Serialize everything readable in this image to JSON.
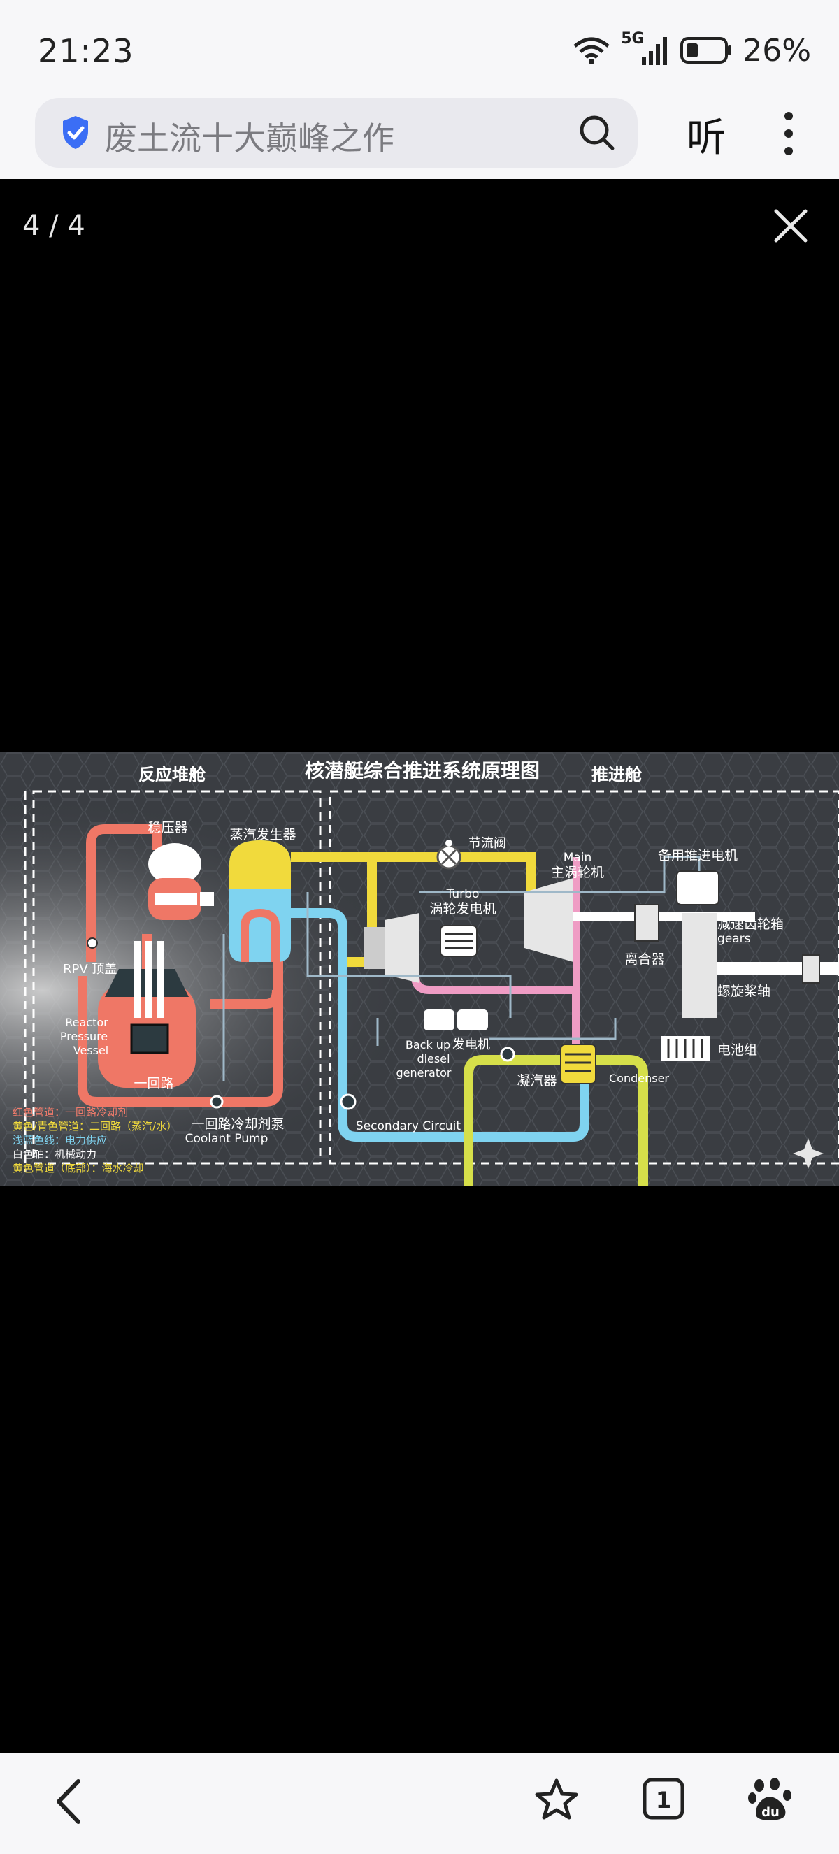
{
  "status": {
    "time": "21:23",
    "network": "5G",
    "battery": "26%"
  },
  "browser": {
    "search_text": "废土流十大巅峰之作",
    "listen_label": "听"
  },
  "viewer": {
    "counter": "4 / 4"
  },
  "diagram": {
    "title": "核潜艇综合推进系统原理图",
    "section_reactor": "反应堆舱",
    "section_propulsion": "推进舱",
    "pressurizer": "稳压器",
    "steam_generator": "蒸汽发生器",
    "throttle_valve": "节流阀",
    "main_turbine_en": "Main",
    "main_turbine_cn": "主涡轮机",
    "backup_motor": "备用推进电机",
    "turbo_en": "Turbo",
    "turbo_cn": "涡轮发电机",
    "gearbox_cn": "减速齿轮箱",
    "gearbox_en": "gears",
    "clutch": "离合器",
    "rpv_head": "RPV 顶盖",
    "shaft": "螺旋桨轴",
    "reactor_en1": "Reactor",
    "reactor_en2": "Pressure",
    "reactor_en3": "Vessel",
    "backup_en1": "Back up",
    "backup_cn": "发电机",
    "backup_en2": "diesel",
    "backup_en3": "generator",
    "battery_bank": "电池组",
    "primary_loop": "一回路",
    "condenser_cn": "凝汽器",
    "condenser_en": "Condenser",
    "coolant_pump_cn": "一回路冷却剂泵",
    "coolant_pump_en": "Coolant Pump",
    "secondary_circuit": "Secondary Circuit",
    "legend": [
      {
        "text": "红色管道：一回路冷却剂",
        "color": "#f07b6b"
      },
      {
        "text": "黄色/青色管道：二回路（蒸汽/水）",
        "color": "#f1da3c"
      },
      {
        "text": "浅蓝色线：电力供应",
        "color": "#7fd3f0"
      },
      {
        "text": "白色轴：机械动力",
        "color": "#ffffff"
      },
      {
        "text": "黄色管道（底部）：海水冷却",
        "color": "#f1da3c"
      }
    ]
  }
}
